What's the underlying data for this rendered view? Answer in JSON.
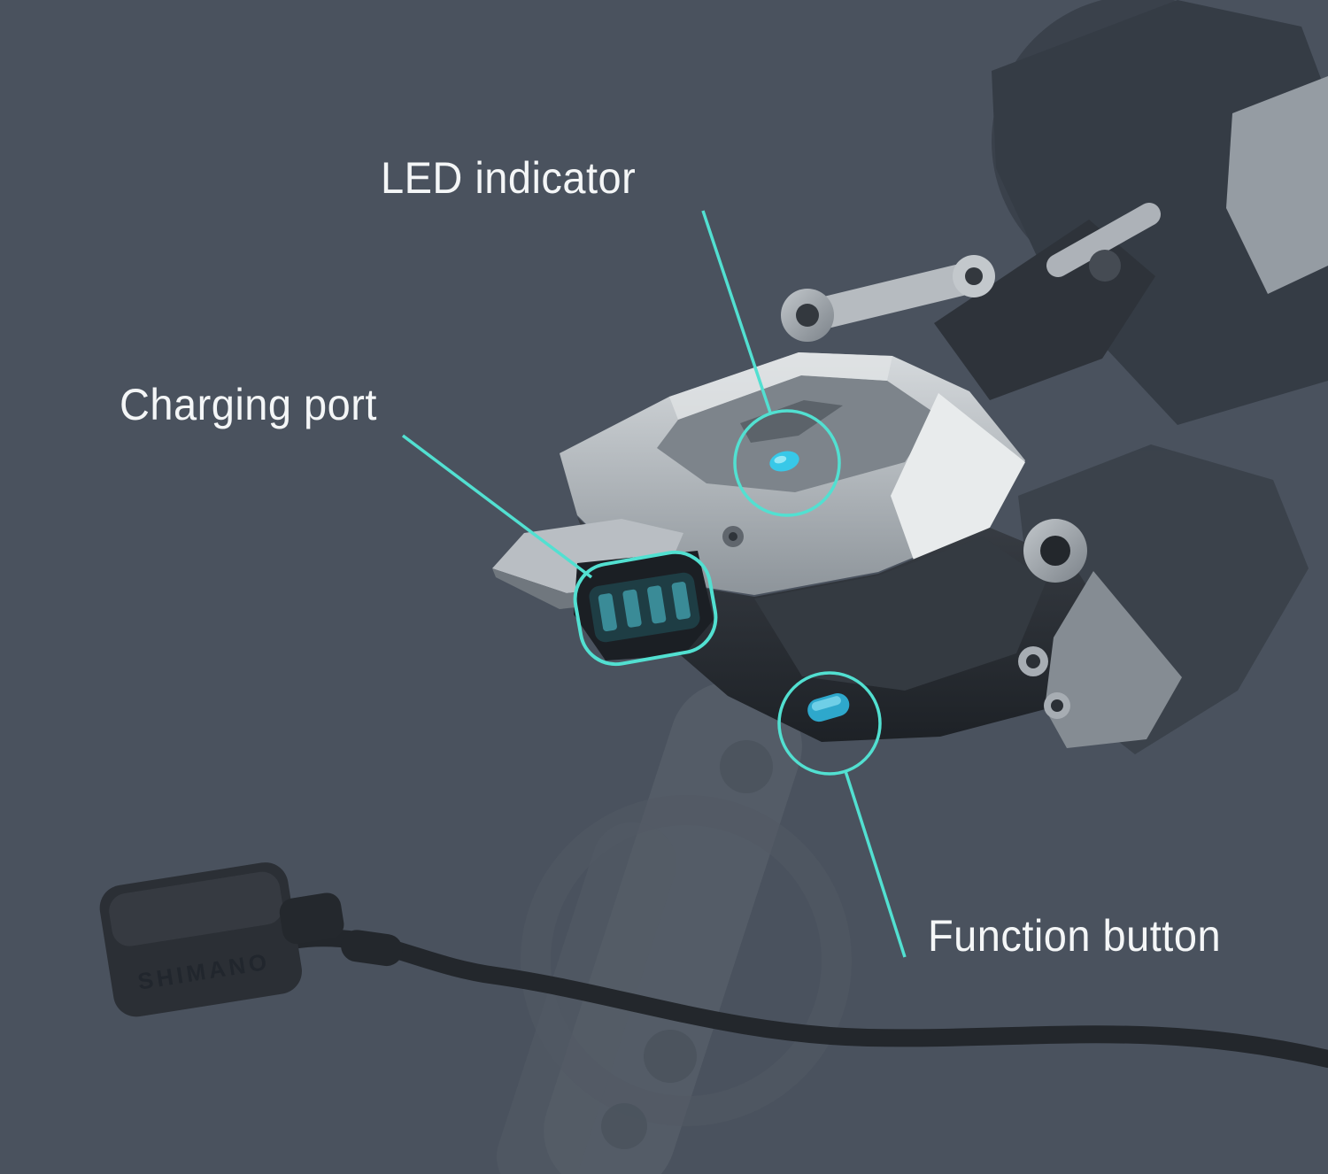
{
  "canvas": {
    "background": "#4a525e"
  },
  "accent_color": "#52e0d1",
  "colors": {
    "label_text": "#f4f6f7",
    "led_dot": "#38c8e8",
    "function_button": "#2ea8cc"
  },
  "callouts": {
    "led": {
      "label": "LED indicator"
    },
    "charging": {
      "label": "Charging port"
    },
    "function": {
      "label": "Function button"
    }
  },
  "device": {
    "brand": "SHIMANO"
  }
}
